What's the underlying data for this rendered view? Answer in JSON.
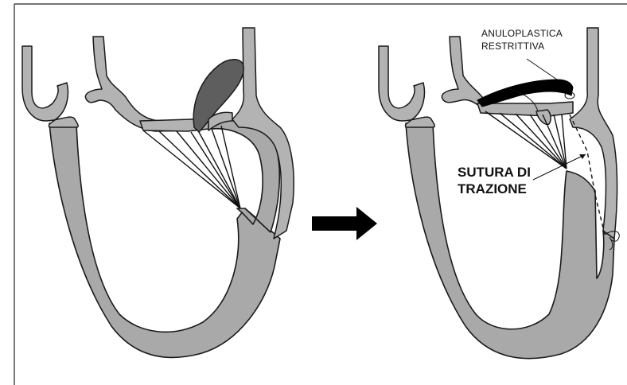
{
  "labels": {
    "annuloplasty_line1": "ANULOPLASTICA",
    "annuloplasty_line2": "RESTRITTIVA",
    "suture_line1": "SUTURA DI",
    "suture_line2": "TRAZIONE"
  },
  "colors": {
    "tissue": "#a9a9a9",
    "vessel": "#b3b3b3",
    "dark_leaflet": "#5e5e5e",
    "outline": "#1a1a1a",
    "arrow": "#000000",
    "frame_line": "#222222"
  },
  "icons": {
    "transition": "right-arrow-icon"
  }
}
